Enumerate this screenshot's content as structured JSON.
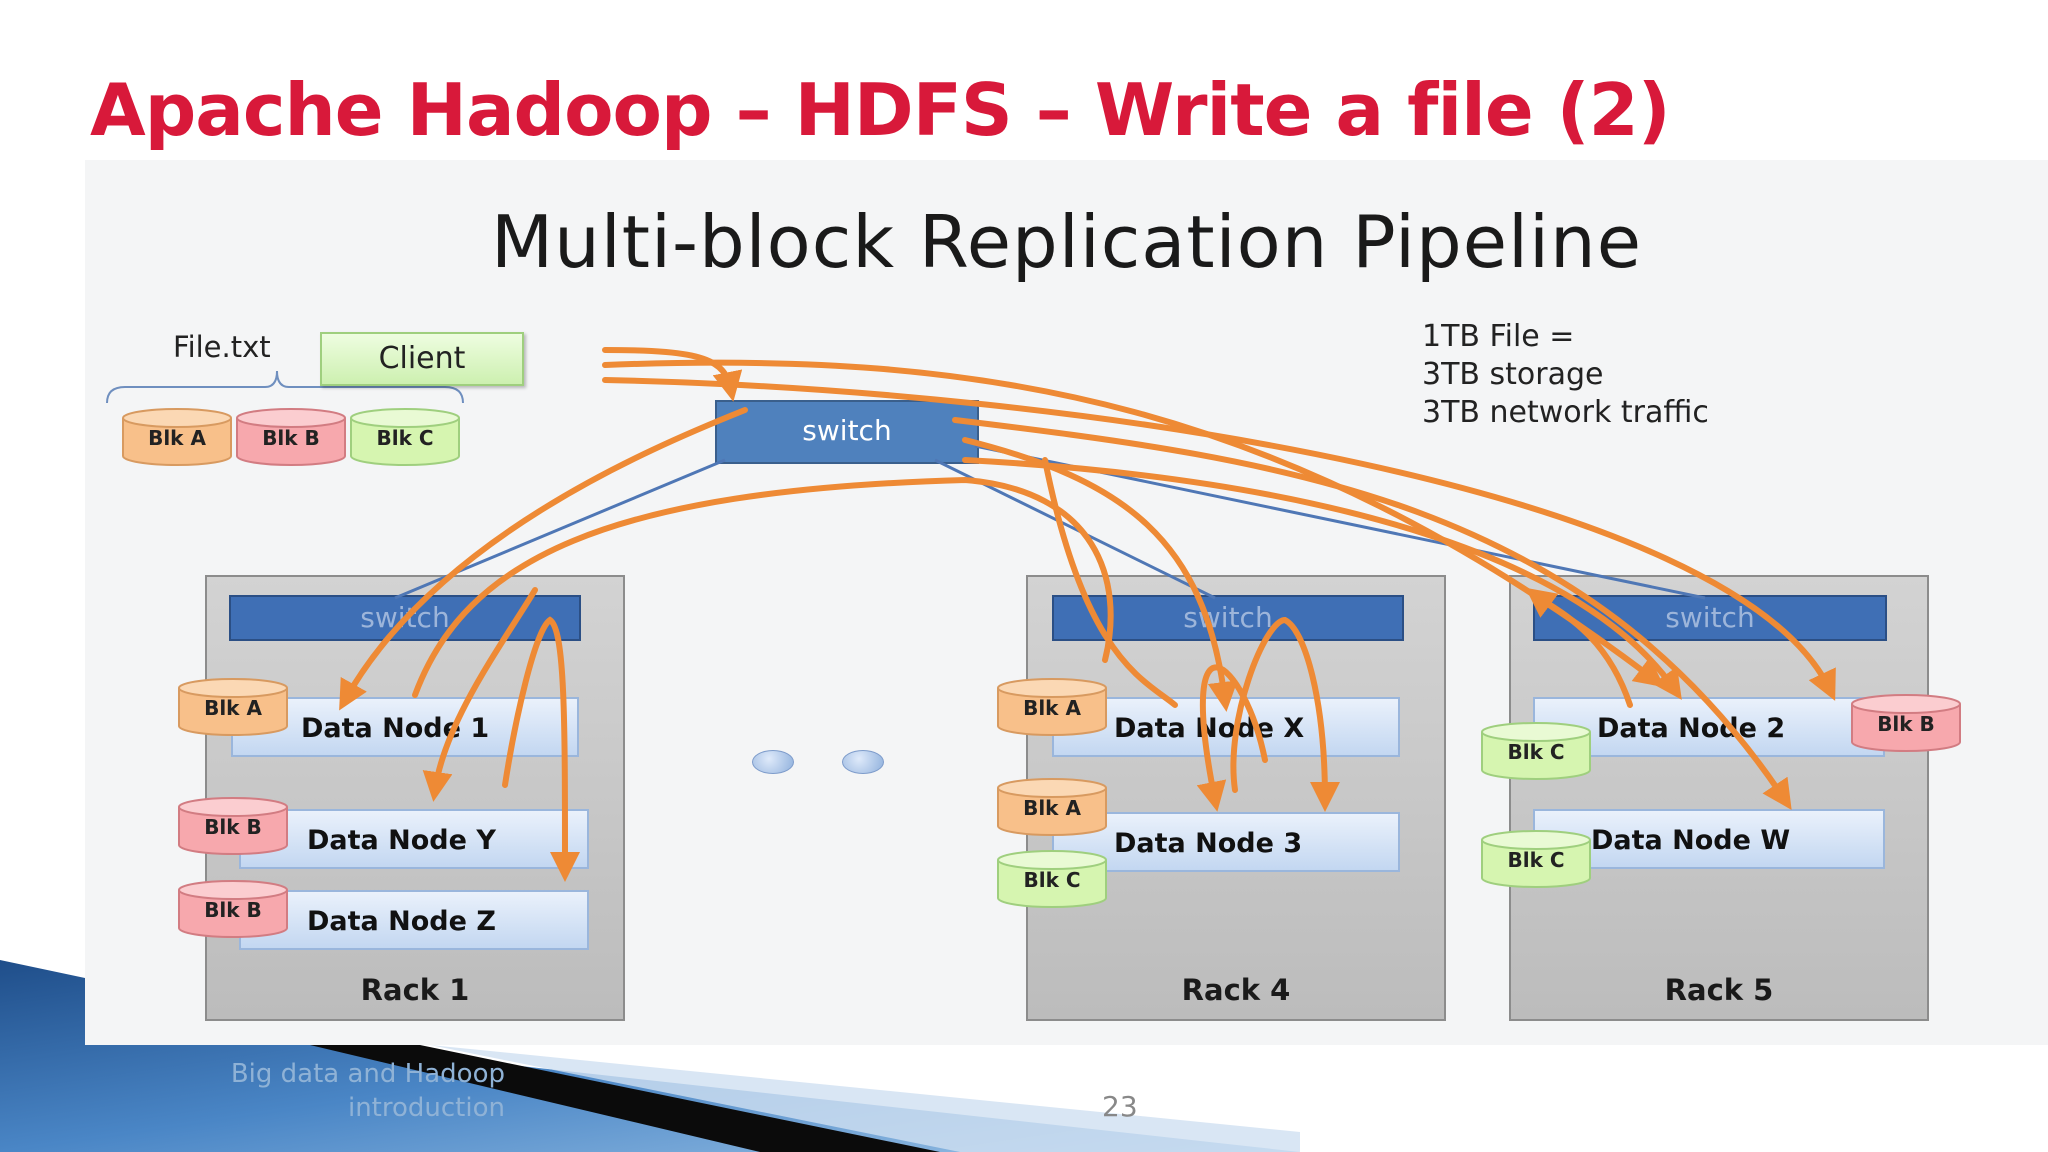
{
  "slide": {
    "title": "Apache Hadoop – HDFS – Write a file (2)",
    "footer_line1": "Big data and Hadoop",
    "footer_line2": "introduction",
    "page_number": "23"
  },
  "diagram": {
    "title": "Multi-block Replication Pipeline",
    "file_label": "File.txt",
    "client_label": "Client",
    "top_switch_label": "switch",
    "info": [
      "1TB File =",
      "3TB storage",
      "3TB network traffic"
    ],
    "file_blocks": [
      "Blk A",
      "Blk B",
      "Blk C"
    ],
    "racks": [
      {
        "label": "Rack 1",
        "switch_label": "switch",
        "nodes": [
          "Data Node 1",
          "Data Node Y",
          "Data Node Z"
        ],
        "blocks": [
          "Blk A",
          "Blk B",
          "Blk B"
        ]
      },
      {
        "label": "Rack 4",
        "switch_label": "switch",
        "nodes": [
          "Data Node X",
          "Data Node 3"
        ],
        "blocks": [
          "Blk A",
          "Blk A",
          "Blk C"
        ]
      },
      {
        "label": "Rack 5",
        "switch_label": "switch",
        "nodes": [
          "Data Node 2",
          "Data Node W"
        ],
        "blocks": [
          "Blk B",
          "Blk C",
          "Blk C"
        ]
      }
    ],
    "colors": {
      "blk_a": "#f8c08a",
      "blk_b": "#f7a8ad",
      "blk_c": "#d6f5b0",
      "arrow": "#ee8a35",
      "link": "#4f77b5",
      "title_red": "#d8193a"
    }
  }
}
